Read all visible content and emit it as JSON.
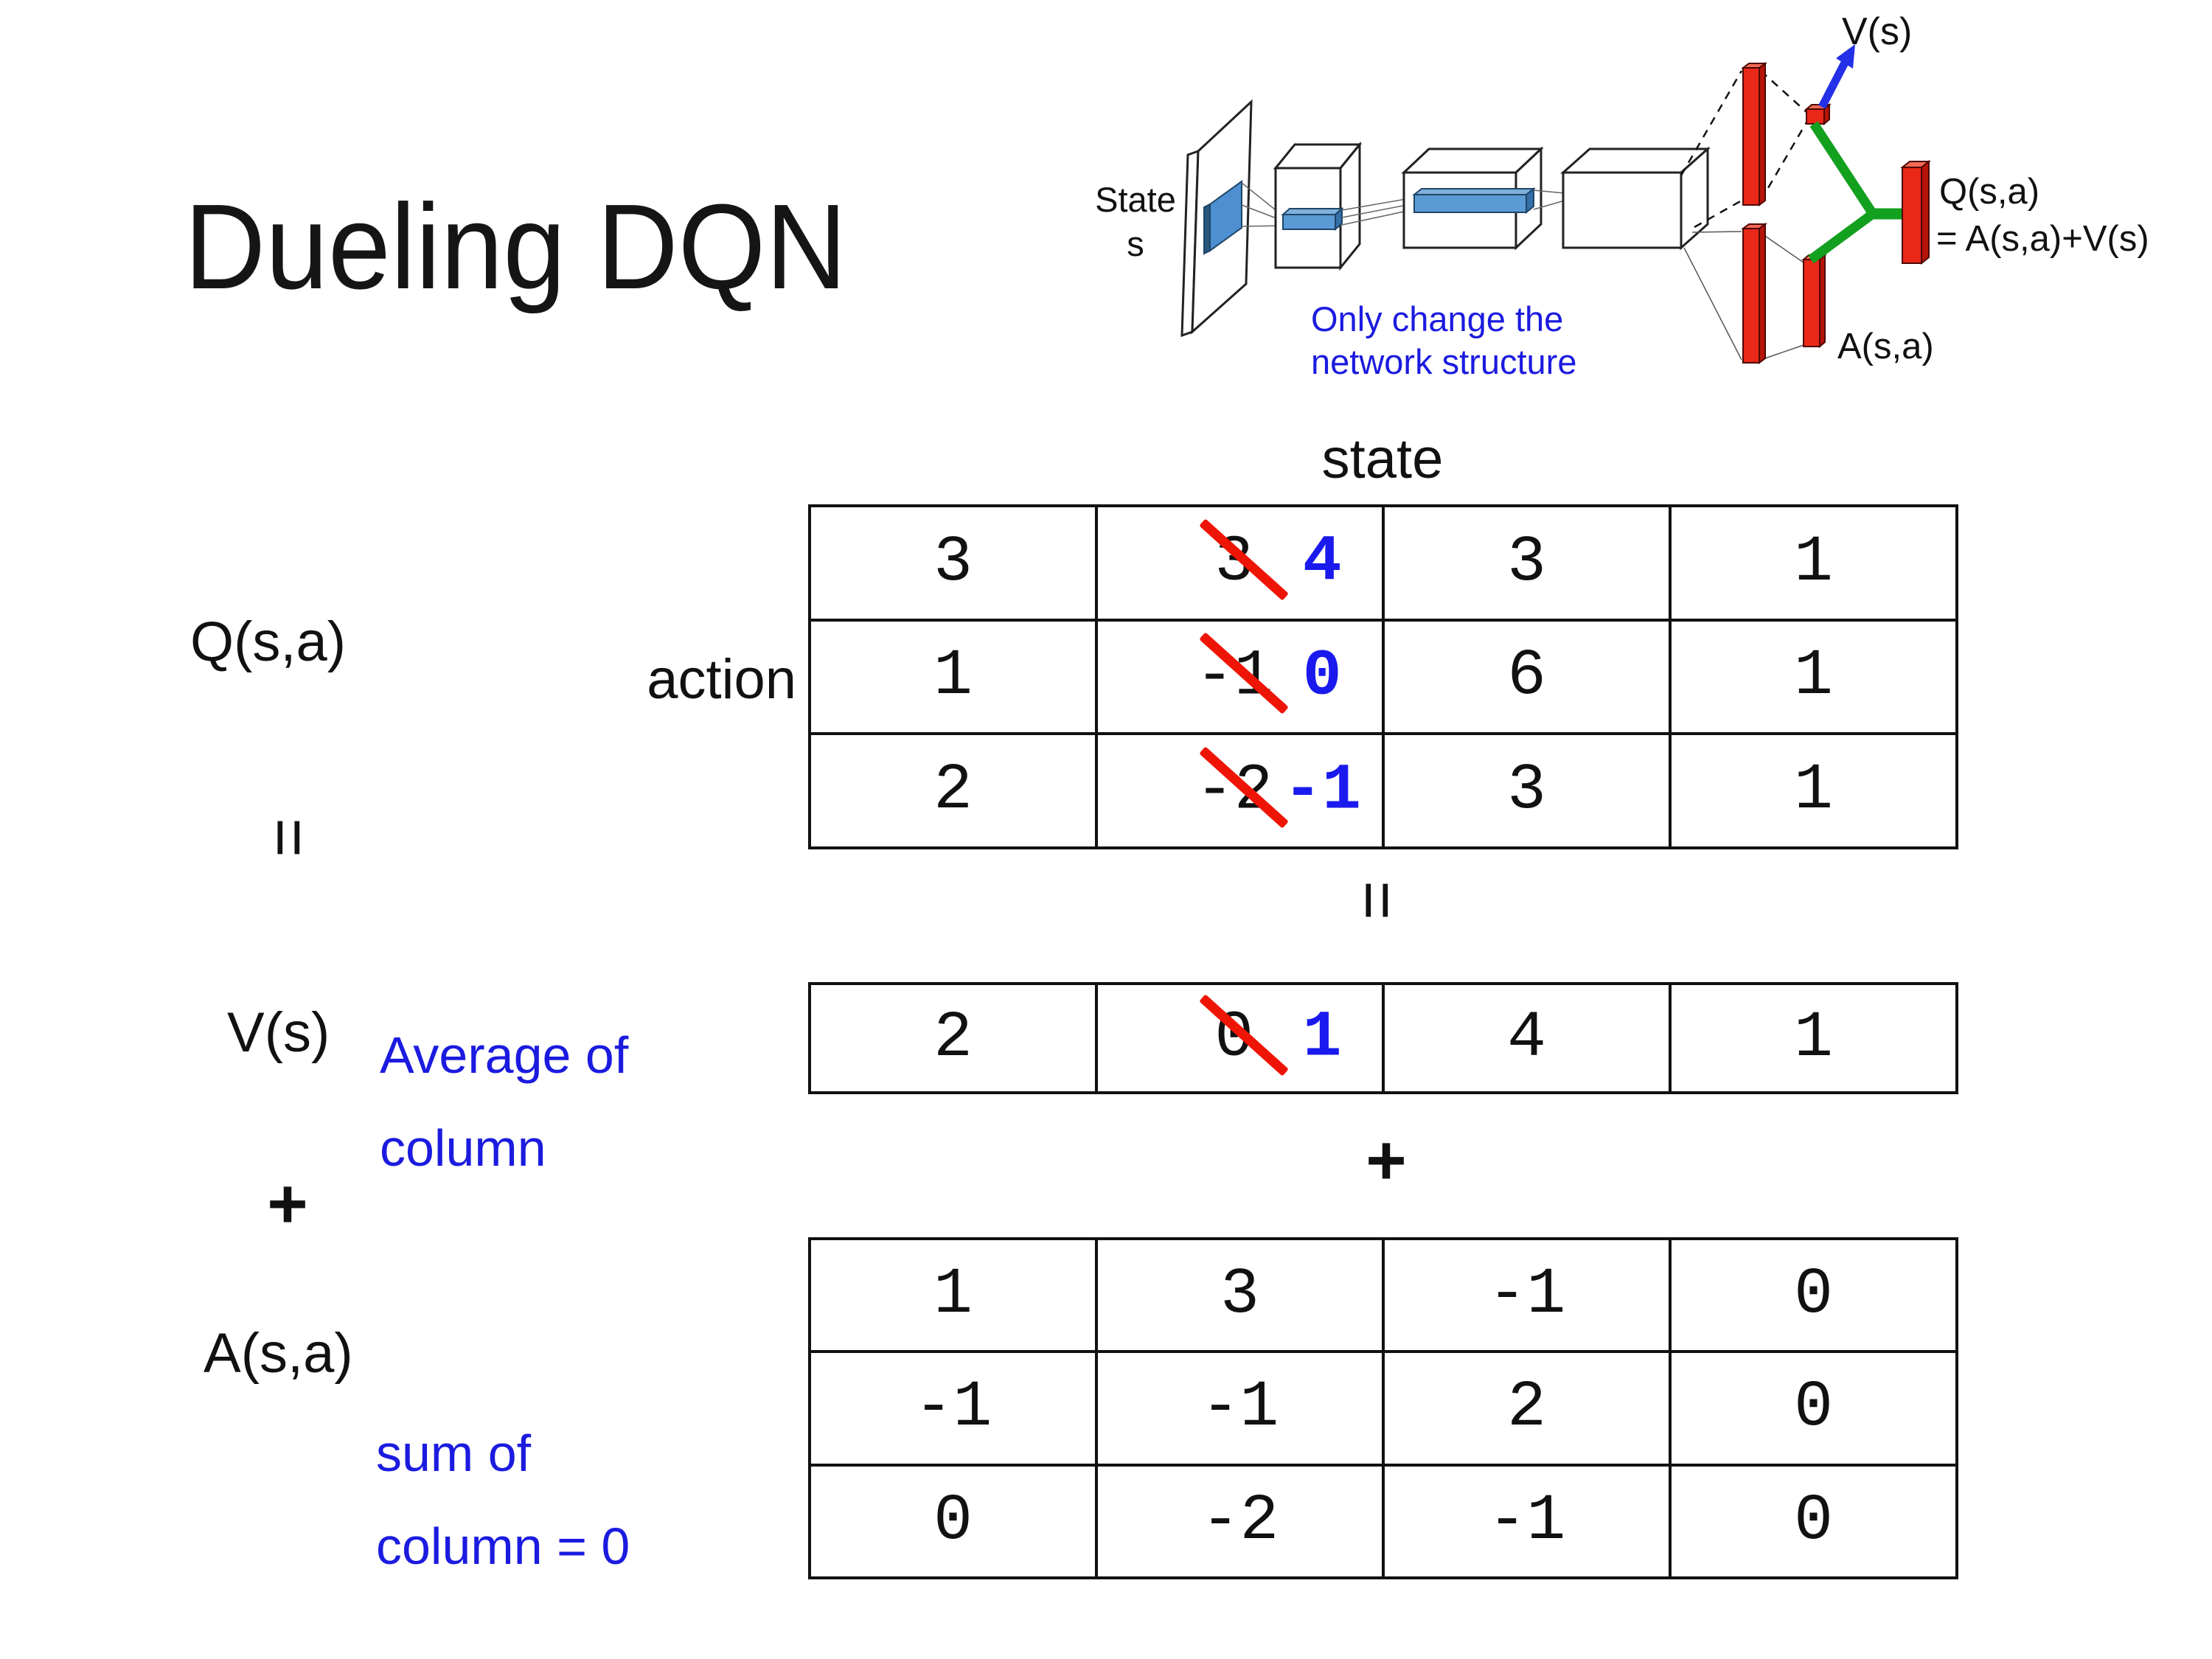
{
  "labels": {
    "title": "Dueling DQN",
    "q_function": "Q(s,a)",
    "v_function": "V(s)",
    "a_function": "A(s,a)",
    "equals": "=",
    "plus": "+",
    "axis_action": "action",
    "axis_state": "state",
    "note_average_1": "Average of",
    "note_average_2": "column",
    "note_sum_1": "sum of",
    "note_sum_2": "column = 0"
  },
  "diagram": {
    "state_line1": "State",
    "state_line2": "s",
    "note_line1": "Only change the",
    "note_line2": "network structure",
    "v_out": "V(s)",
    "a_out": "A(s,a)",
    "q_out_line1": "Q(s,a)",
    "q_out_line2": "= A(s,a)+V(s)"
  },
  "tables": {
    "q": {
      "cells": [
        [
          "3",
          "3",
          "3",
          "1"
        ],
        [
          "1",
          "-1",
          "6",
          "1"
        ],
        [
          "2",
          "-2",
          "3",
          "1"
        ]
      ],
      "replacements": [
        "4",
        "0",
        "-1"
      ]
    },
    "v": {
      "cells": [
        "2",
        "0",
        "4",
        "1"
      ],
      "replacement": "1"
    },
    "a": {
      "cells": [
        [
          "1",
          "3",
          "-1",
          "0"
        ],
        [
          "-1",
          "-1",
          "2",
          "0"
        ],
        [
          "0",
          "-2",
          "-1",
          "0"
        ]
      ]
    }
  },
  "colors": {
    "annotation_blue": "#1b1be0",
    "replacement_blue": "#1a1aee",
    "strike_red": "#ee1507",
    "bar_red": "#ea2817",
    "merge_green": "#13a01f",
    "filter_blue": "#5b9bd5",
    "arrow_blue": "#2430e8"
  }
}
